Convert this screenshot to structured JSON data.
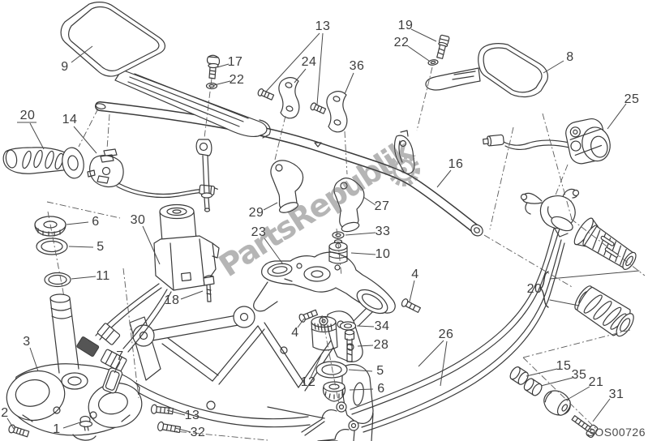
{
  "diagram": {
    "watermark": "PartsRepublik",
    "watermark_icon": "gear-icon",
    "part_code": "SOS00726",
    "callouts": {
      "c9": "9",
      "c17": "17",
      "c22a": "22",
      "c13a": "13",
      "c24": "24",
      "c36": "36",
      "c19": "19",
      "c22b": "22",
      "c8": "8",
      "c25": "25",
      "c20a": "20",
      "c14": "14",
      "c16": "16",
      "c27": "27",
      "c29": "29",
      "c23": "23",
      "c33": "33",
      "c10": "10",
      "c6a": "6",
      "c5a": "5",
      "c11": "11",
      "c30": "30",
      "c18": "18",
      "c3": "3",
      "c7": "7",
      "c2": "2",
      "c1": "1",
      "c13b": "13",
      "c32": "32",
      "c4a": "4",
      "c4b": "4",
      "c34": "34",
      "c28": "28",
      "c5b": "5",
      "c6b": "6",
      "c12": "12",
      "c20b": "20",
      "c26": "26",
      "c15": "15",
      "c35": "35",
      "c21": "21",
      "c31": "31"
    }
  }
}
